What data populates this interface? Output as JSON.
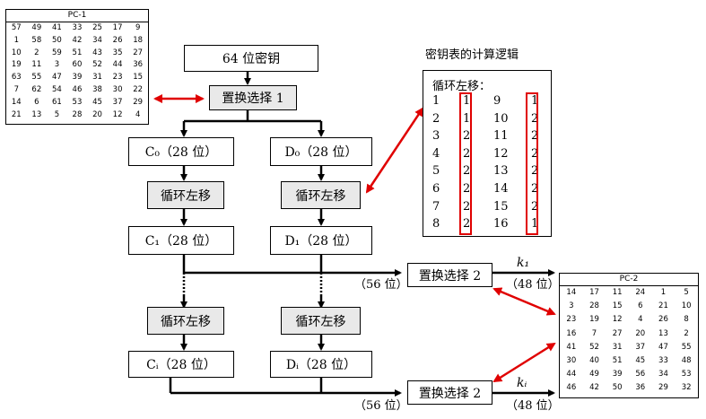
{
  "pc1": {
    "title": "PC-1",
    "rows": [
      [
        "57",
        "49",
        "41",
        "33",
        "25",
        "17",
        "9"
      ],
      [
        "1",
        "58",
        "50",
        "42",
        "34",
        "26",
        "18"
      ],
      [
        "10",
        "2",
        "59",
        "51",
        "43",
        "35",
        "27"
      ],
      [
        "19",
        "11",
        "3",
        "60",
        "52",
        "44",
        "36"
      ],
      [
        "63",
        "55",
        "47",
        "39",
        "31",
        "23",
        "15"
      ],
      [
        "7",
        "62",
        "54",
        "46",
        "38",
        "30",
        "22"
      ],
      [
        "14",
        "6",
        "61",
        "53",
        "45",
        "37",
        "29"
      ],
      [
        "21",
        "13",
        "5",
        "28",
        "20",
        "12",
        "4"
      ]
    ]
  },
  "pc2": {
    "title": "PC-2",
    "rows": [
      [
        "14",
        "17",
        "11",
        "24",
        "1",
        "5"
      ],
      [
        "3",
        "28",
        "15",
        "6",
        "21",
        "10"
      ],
      [
        "23",
        "19",
        "12",
        "4",
        "26",
        "8"
      ],
      [
        "16",
        "7",
        "27",
        "20",
        "13",
        "2"
      ],
      [
        "41",
        "52",
        "31",
        "37",
        "47",
        "55"
      ],
      [
        "30",
        "40",
        "51",
        "45",
        "33",
        "48"
      ],
      [
        "44",
        "49",
        "39",
        "56",
        "34",
        "53"
      ],
      [
        "46",
        "42",
        "50",
        "36",
        "29",
        "32"
      ]
    ]
  },
  "flow": {
    "key64": "64 位密钥",
    "pc1_select": "置换选择 1",
    "c0": "C₀（28 位）",
    "d0": "D₀（28 位）",
    "shift": "循环左移",
    "c1": "C₁（28 位）",
    "d1": "D₁（28 位）",
    "ci": "Cᵢ（28 位）",
    "di": "Dᵢ（28 位）",
    "pc2_select": "置换选择 2",
    "bits56": "（56 位）",
    "bits48": "（48 位）",
    "k1": "k₁",
    "ki": "kᵢ"
  },
  "shift_table": {
    "caption": "密钥表的计算逻辑",
    "heading": "循环左移：",
    "left_rounds": [
      "1",
      "2",
      "3",
      "4",
      "5",
      "6",
      "7",
      "8"
    ],
    "left_shifts": [
      "1",
      "1",
      "2",
      "2",
      "2",
      "2",
      "2",
      "2"
    ],
    "right_rounds": [
      "9",
      "10",
      "11",
      "12",
      "13",
      "14",
      "15",
      "16"
    ],
    "right_shifts": [
      "1",
      "2",
      "2",
      "2",
      "2",
      "2",
      "2",
      "1"
    ]
  },
  "colors": {
    "highlight": "#e00000",
    "box_fill": "#e9e9e9"
  }
}
